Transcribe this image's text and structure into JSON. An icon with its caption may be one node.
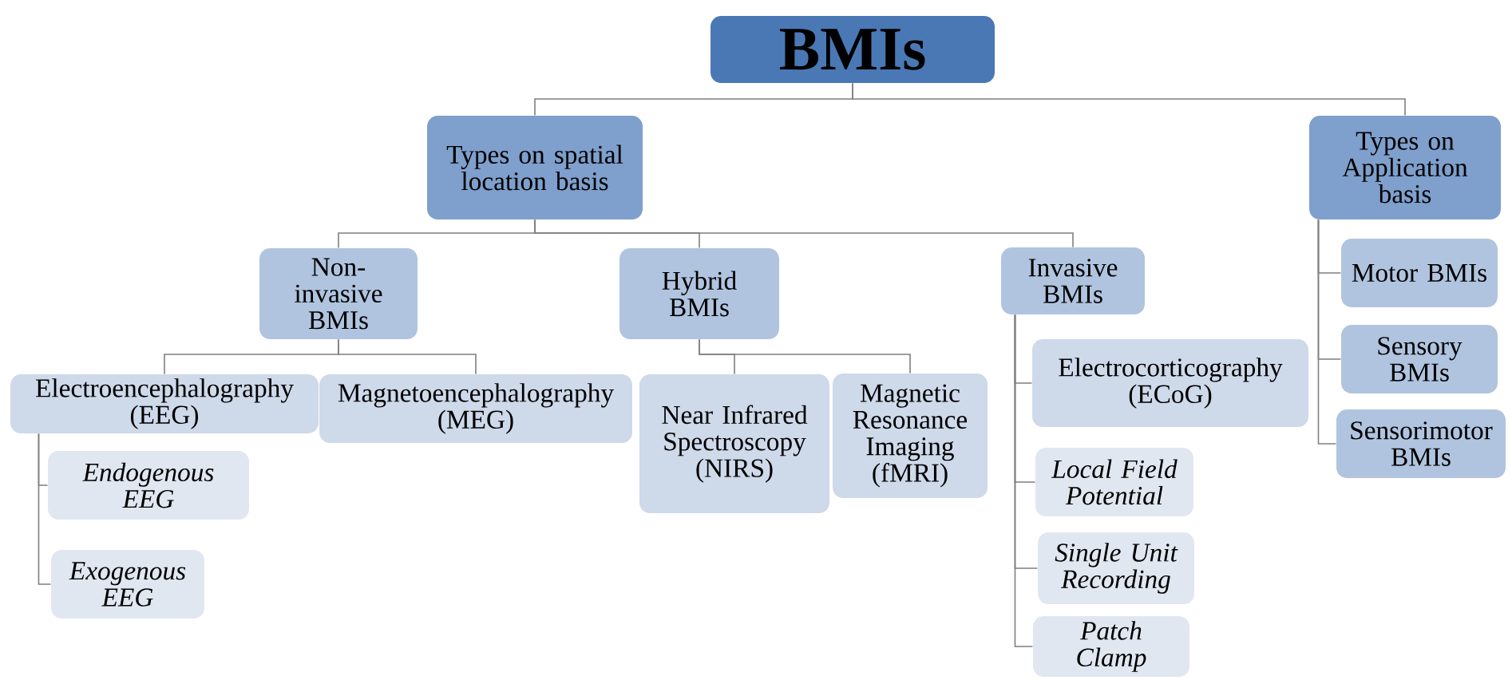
{
  "diagram": {
    "nodes": [
      {
        "text": [
          "BMIs"
        ]
      },
      {
        "text": [
          "Types on spatial location basis"
        ]
      },
      {
        "text": [
          "Types on Application basis"
        ]
      },
      {
        "text": [
          "Non-invasive BMIs"
        ]
      },
      {
        "text": [
          "Hybrid BMIs"
        ]
      },
      {
        "text": [
          "Invasive BMIs"
        ]
      },
      {
        "text": [
          "Electroencephalography (EEG)"
        ]
      },
      {
        "text": [
          "Magnetoencephalography (MEG)"
        ]
      },
      {
        "text": [
          "Near Infrared Spectroscopy (NIRS)"
        ]
      },
      {
        "text": [
          "Magnetic Resonance Imaging (fMRI)"
        ]
      },
      {
        "text": [
          "Endogenous EEG"
        ]
      },
      {
        "text": [
          "Exogenous EEG"
        ]
      },
      {
        "text": [
          "Electrocorticography (ECoG)"
        ]
      },
      {
        "text": [
          "Local Field Potential"
        ]
      },
      {
        "text": [
          "Single Unit Recording"
        ]
      },
      {
        "text": [
          "Patch Clamp"
        ]
      },
      {
        "text": [
          "Motor BMIs"
        ]
      },
      {
        "text": [
          "Sensory BMIs"
        ]
      },
      {
        "text": [
          "Sensorimotor BMIs"
        ]
      }
    ],
    "edges": [
      {
        "from": 0,
        "to": 1,
        "arrow": "none"
      },
      {
        "from": 0,
        "to": 2,
        "arrow": "none"
      },
      {
        "from": 1,
        "to": 3,
        "arrow": "none"
      },
      {
        "from": 1,
        "to": 4,
        "arrow": "none"
      },
      {
        "from": 1,
        "to": 5,
        "arrow": "none"
      },
      {
        "from": 3,
        "to": 6,
        "arrow": "none"
      },
      {
        "from": 3,
        "to": 7,
        "arrow": "none"
      },
      {
        "from": 4,
        "to": 8,
        "arrow": "none"
      },
      {
        "from": 4,
        "to": 9,
        "arrow": "none"
      },
      {
        "from": 6,
        "to": 10,
        "arrow": "none"
      },
      {
        "from": 6,
        "to": 11,
        "arrow": "none"
      },
      {
        "from": 5,
        "to": 12,
        "arrow": "none"
      },
      {
        "from": 5,
        "to": 13,
        "arrow": "none"
      },
      {
        "from": 5,
        "to": 14,
        "arrow": "none"
      },
      {
        "from": 5,
        "to": 15,
        "arrow": "none"
      },
      {
        "from": 2,
        "to": 16,
        "arrow": "none"
      },
      {
        "from": 2,
        "to": 17,
        "arrow": "none"
      },
      {
        "from": 2,
        "to": 18,
        "arrow": "none"
      }
    ]
  }
}
